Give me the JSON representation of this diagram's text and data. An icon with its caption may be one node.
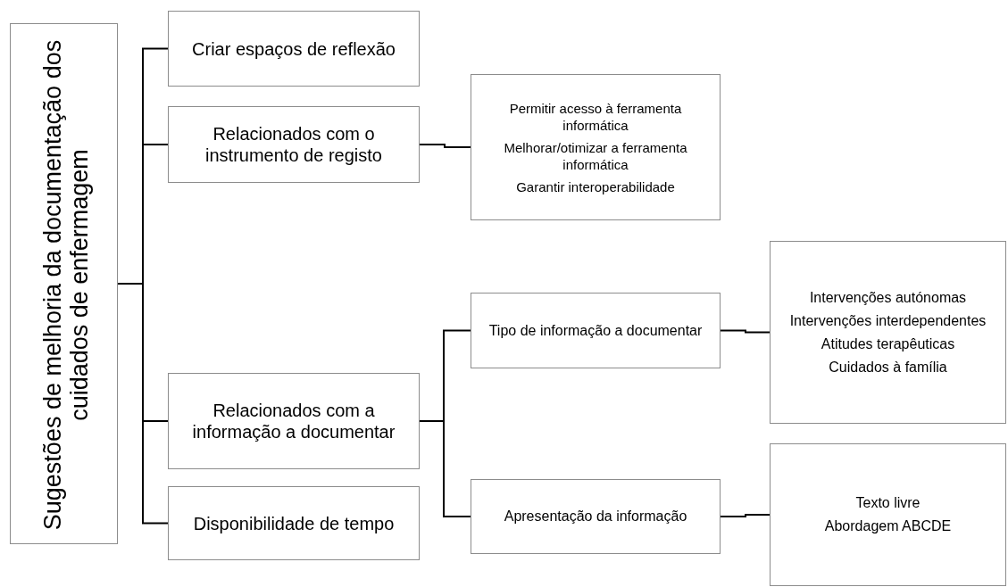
{
  "diagram": {
    "nodes": [
      {
        "text": [
          "Sugestões de melhoria da documentação dos cuidados de enfermagem"
        ]
      },
      {
        "text": [
          "Criar espaços de reflexão"
        ]
      },
      {
        "text": [
          "Relacionados com o instrumento de registo"
        ]
      },
      {
        "text": [
          "Permitir acesso à ferramenta informática",
          "Melhorar/otimizar a ferramenta informática",
          "Garantir interoperabilidade"
        ]
      },
      {
        "text": [
          "Relacionados com a informação a documentar"
        ]
      },
      {
        "text": [
          "Disponibilidade de tempo"
        ]
      },
      {
        "text": [
          "Tipo de informação a documentar"
        ]
      },
      {
        "text": [
          "Intervenções autónomas",
          "Intervenções interdependentes",
          "Atitudes terapêuticas",
          "Cuidados à família"
        ]
      },
      {
        "text": [
          "Apresentação da informação"
        ]
      },
      {
        "text": [
          "Texto livre",
          "Abordagem ABCDE"
        ]
      }
    ],
    "edges": [
      {
        "from": 0,
        "to": 1,
        "arrow": "none"
      },
      {
        "from": 0,
        "to": 2,
        "arrow": "none"
      },
      {
        "from": 0,
        "to": 4,
        "arrow": "none"
      },
      {
        "from": 0,
        "to": 5,
        "arrow": "none"
      },
      {
        "from": 2,
        "to": 3,
        "arrow": "none"
      },
      {
        "from": 4,
        "to": 6,
        "arrow": "none"
      },
      {
        "from": 4,
        "to": 8,
        "arrow": "none"
      },
      {
        "from": 6,
        "to": 7,
        "arrow": "none"
      },
      {
        "from": 8,
        "to": 9,
        "arrow": "none"
      }
    ]
  }
}
